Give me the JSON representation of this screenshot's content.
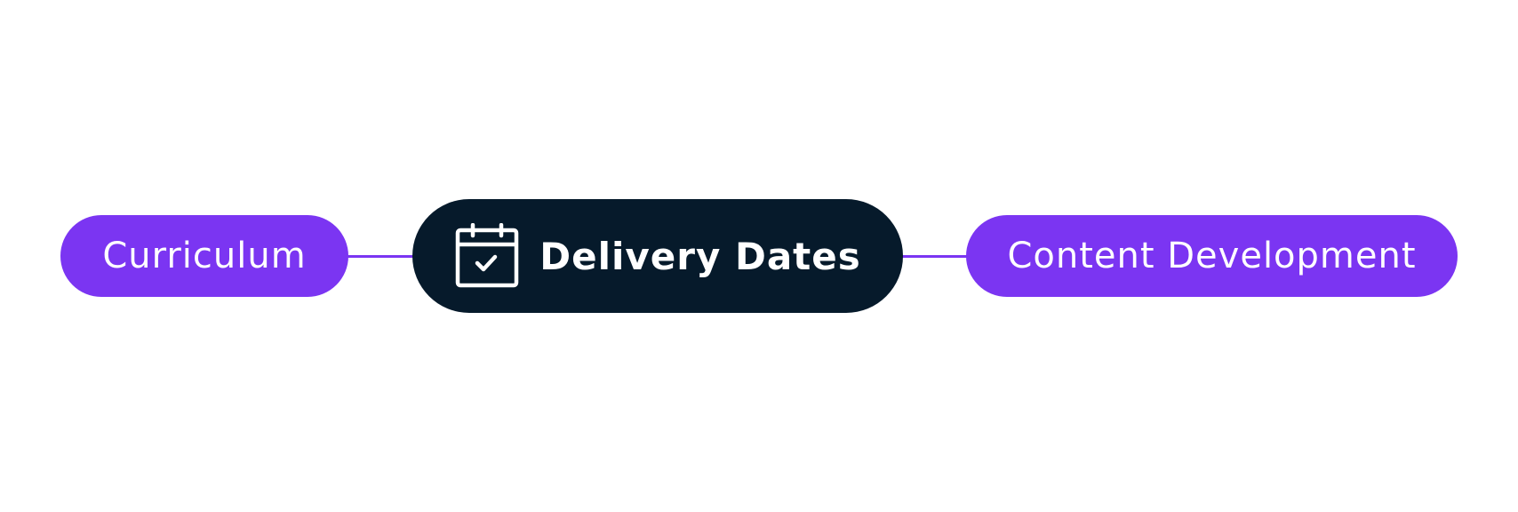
{
  "mindmap": {
    "central_topic": {
      "label": "Delivery Dates",
      "icon": "calendar-check-icon",
      "color": "#061a2b"
    },
    "branches": [
      {
        "label": "Curriculum",
        "color": "#7b35f2"
      },
      {
        "label": "Content Development",
        "color": "#7b35f2"
      }
    ],
    "connector_color": "#7b35f2",
    "text_color": "#ffffff"
  }
}
